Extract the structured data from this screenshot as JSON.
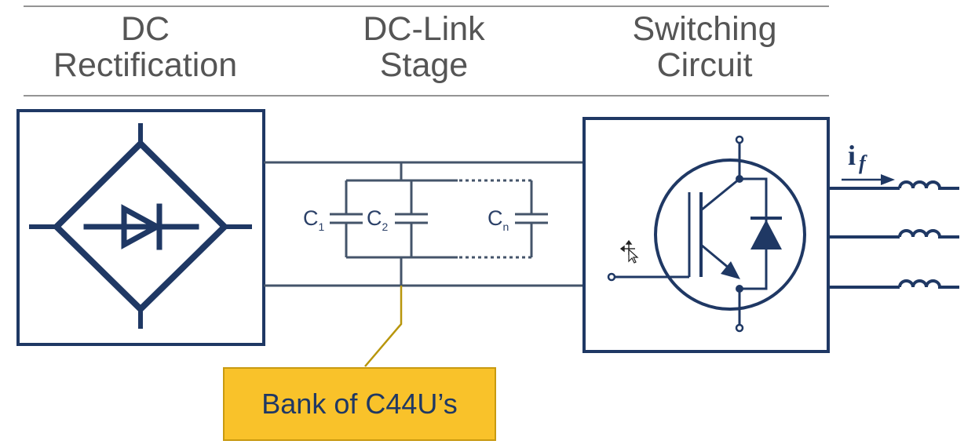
{
  "headers": {
    "rectification": {
      "line1": "DC",
      "line2": "Rectification"
    },
    "dc_link": {
      "line1": "DC-Link",
      "line2": "Stage"
    },
    "switching": {
      "line1": "Switching",
      "line2": "Circuit"
    }
  },
  "capacitors": [
    {
      "letter": "C",
      "sub": "1"
    },
    {
      "letter": "C",
      "sub": "2"
    },
    {
      "letter": "C",
      "sub": "n"
    }
  ],
  "current_label": {
    "main": "i",
    "sub": "f"
  },
  "callout": {
    "text": "Bank of C44U’s"
  },
  "colors": {
    "line": "#1f3864",
    "cap_line": "#44546a",
    "callout_fill": "#f9c22a",
    "callout_border": "#c89a10",
    "leader": "#b8960c",
    "header_text": "#555555"
  }
}
